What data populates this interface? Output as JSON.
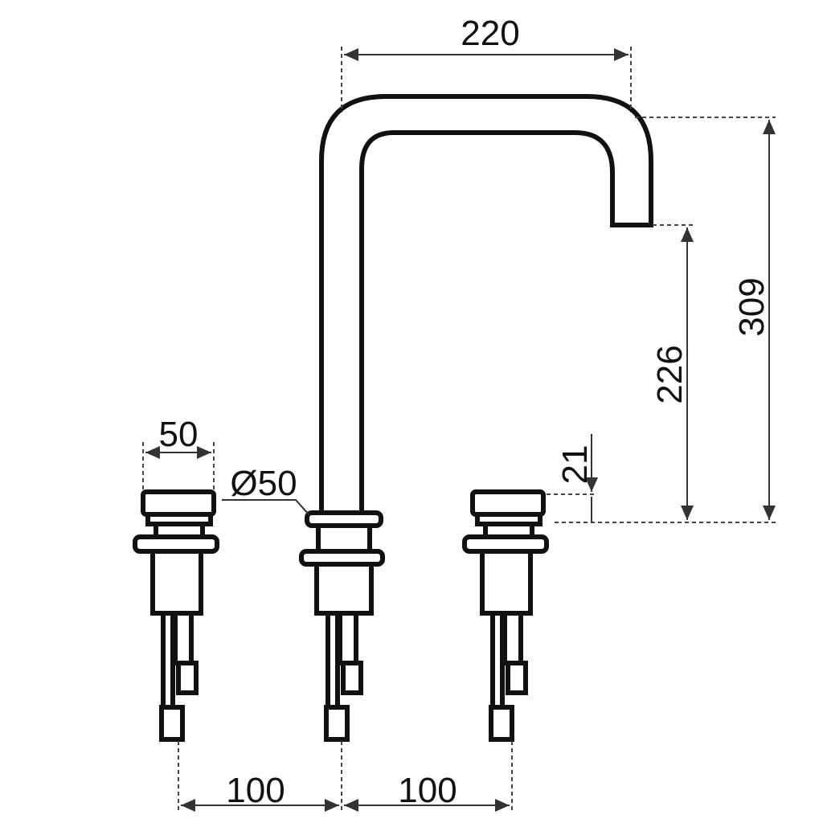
{
  "drawing": {
    "title": "Three-hole tap dimension drawing",
    "dimensions": {
      "spout_reach": "220",
      "total_height": "309",
      "spout_outlet_height": "226",
      "flange_height": "21",
      "handle_width": "50",
      "base_diameter": "Ø50",
      "left_spacing": "100",
      "right_spacing": "100"
    },
    "colors": {
      "line": "#111111",
      "background": "#ffffff"
    }
  }
}
